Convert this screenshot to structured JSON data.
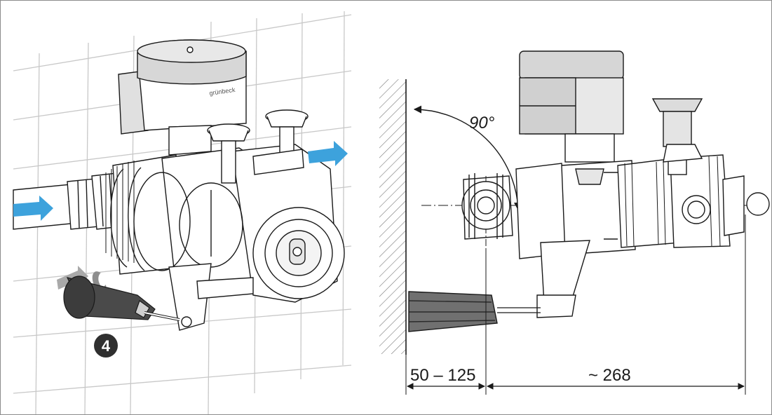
{
  "left_view": {
    "brand_text": "grünbeck",
    "step_number": "4",
    "flow_arrow_color": "#3da2dc",
    "knob_color": "#4a4a4a"
  },
  "right_view": {
    "angle_label": "90°",
    "dim_wall_label": "50 – 125",
    "dim_length_label": "~ 268",
    "knob_color": "#707070"
  }
}
